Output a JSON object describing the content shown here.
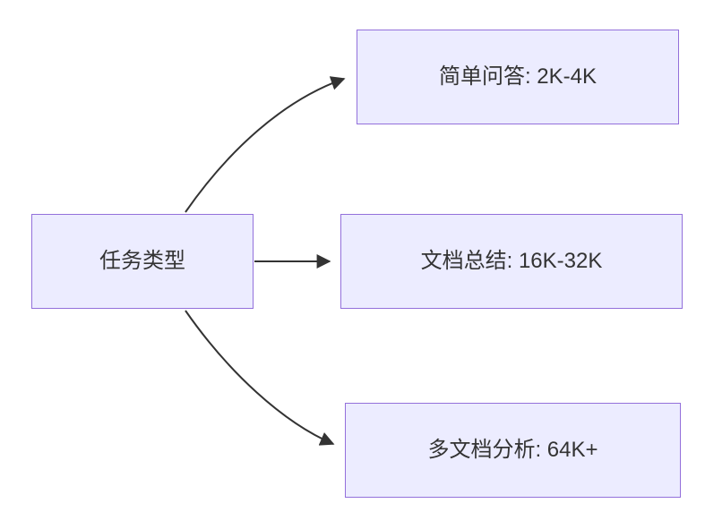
{
  "diagram": {
    "title": "context-length-by-task-type-flowchart",
    "root": {
      "label": "任务类型"
    },
    "children": [
      {
        "label": "简单问答: 2K-4K"
      },
      {
        "label": "文档总结: 16K-32K"
      },
      {
        "label": "多文档分析: 64K+"
      }
    ],
    "colors": {
      "node_fill": "#ECECFF",
      "node_border": "#9370DB",
      "arrow": "#333333"
    }
  }
}
